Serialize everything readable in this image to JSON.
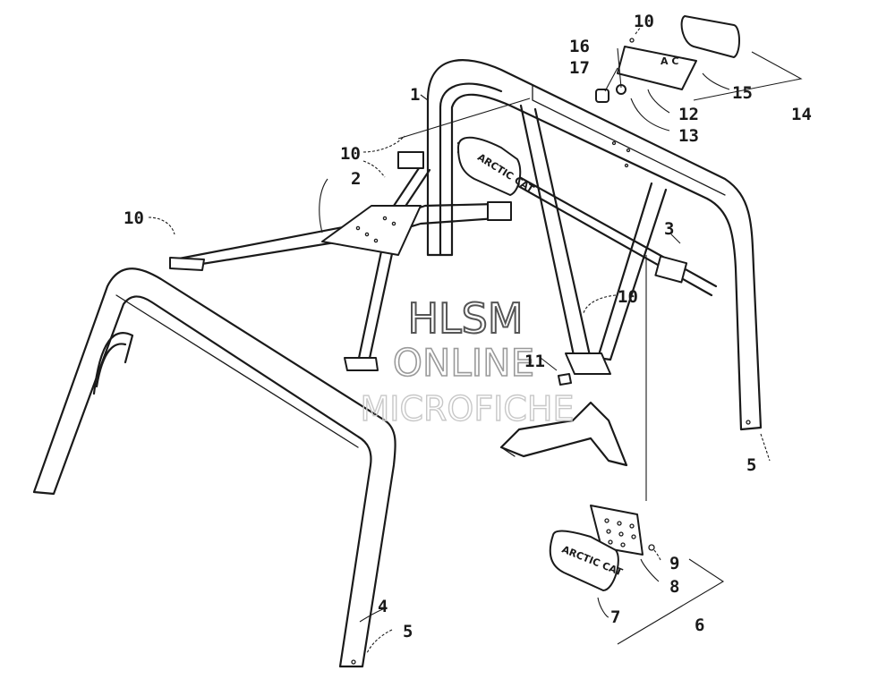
{
  "watermark": {
    "line1": "HLSM",
    "line2": "ONLINE",
    "line3": "MICROFICHE"
  },
  "brand_text": {
    "seat_plate": "ARCTIC CAT",
    "lower_plate": "ARCTIC CAT",
    "light_lens": "A C"
  },
  "callouts": [
    "1",
    "2",
    "3",
    "4",
    "5",
    "5",
    "6",
    "7",
    "8",
    "9",
    "10",
    "10",
    "10",
    "10",
    "11",
    "12",
    "13",
    "14",
    "15",
    "16",
    "17"
  ],
  "colors": {
    "ink": "#1a1a1a",
    "paper": "#ffffff",
    "watermark": "#9a9a9a"
  }
}
